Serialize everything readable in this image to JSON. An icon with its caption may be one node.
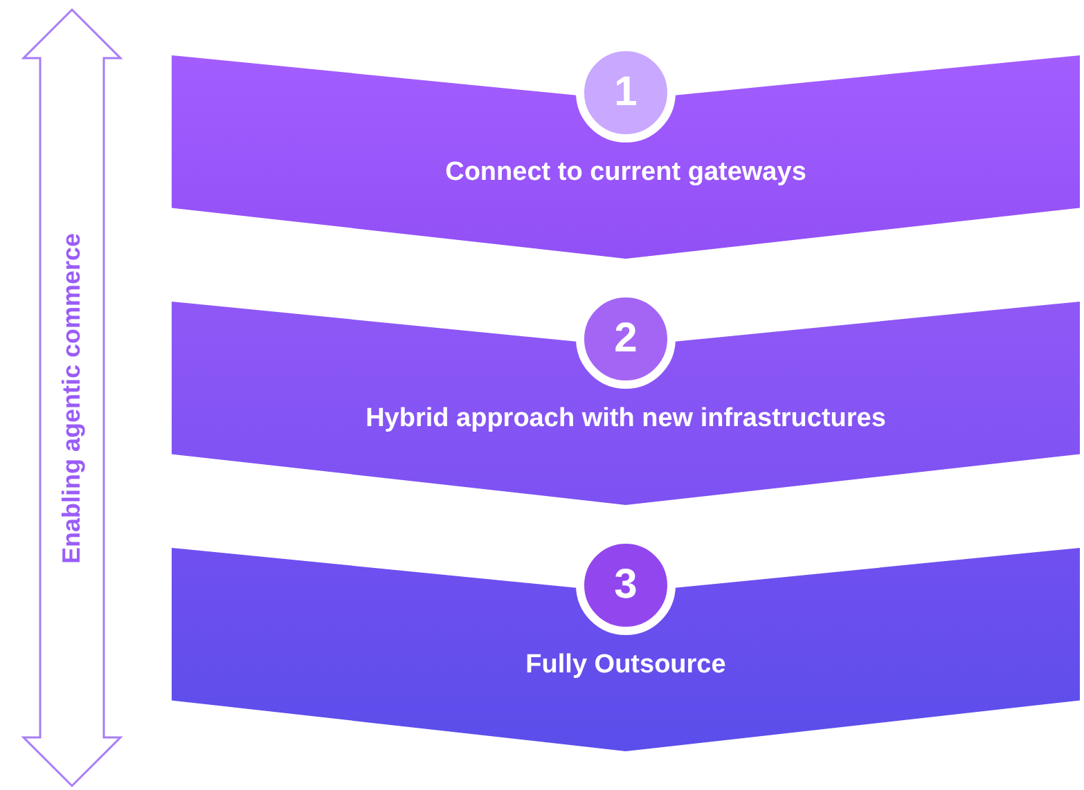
{
  "diagram": {
    "nodes": [
      {
        "text": [
          "Enabling agentic commerce"
        ]
      },
      {
        "text": [
          "1",
          "Connect to current gateways"
        ]
      },
      {
        "text": [
          "2",
          "Hybrid approach with new infrastructures"
        ]
      },
      {
        "text": [
          "3",
          "Fully Outsource"
        ]
      }
    ]
  }
}
